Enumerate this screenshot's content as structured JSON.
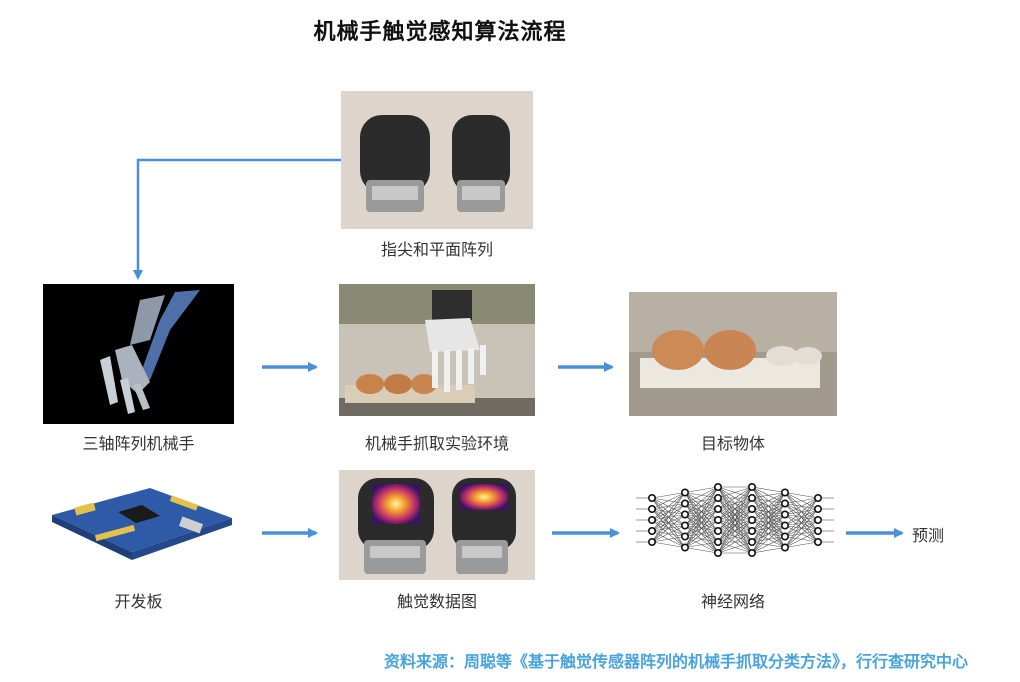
{
  "title": "机械手触觉感知算法流程",
  "nodes": {
    "fingertip": "指尖和平面阵列",
    "arm": "三轴阵列机械手",
    "experiment": "机械手抓取实验环境",
    "target": "目标物体",
    "board": "开发板",
    "tactile_map": "触觉数据图",
    "network": "神经网络",
    "prediction": "预测"
  },
  "source": "资料来源：周聪等《基于触觉传感器阵列的机械手抓取分类方法》，行行查研究中心",
  "colors": {
    "arrow": "#4a90d9",
    "source": "#4aa3df"
  }
}
